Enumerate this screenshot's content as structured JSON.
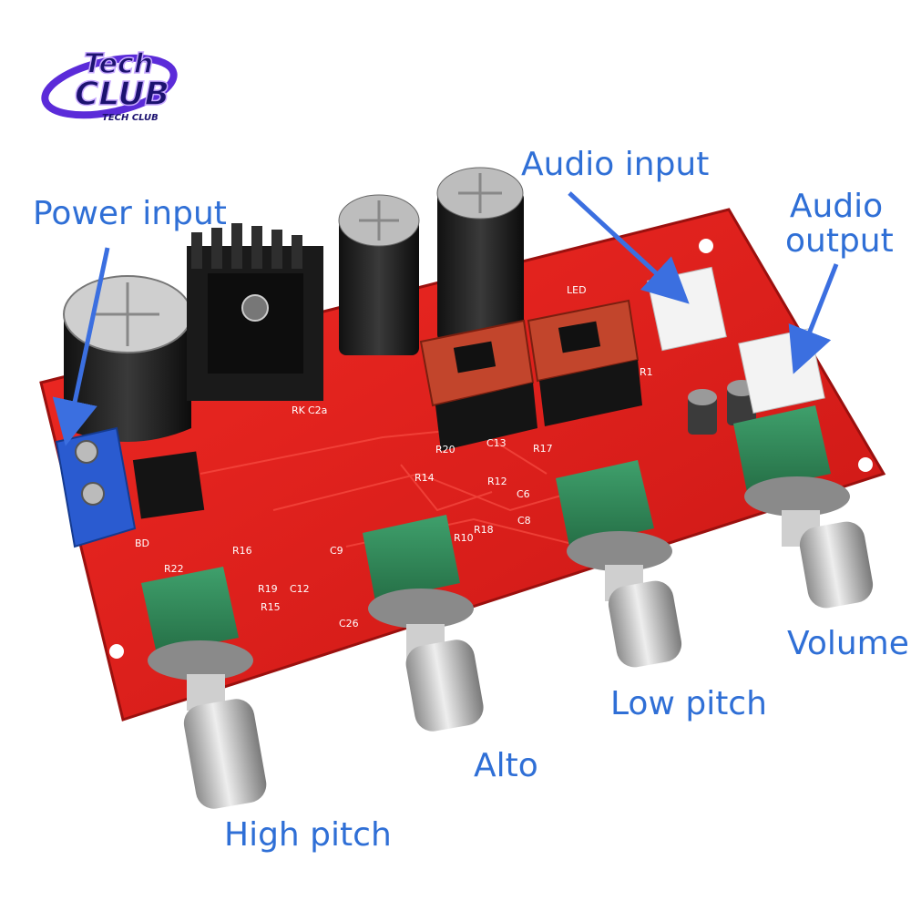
{
  "logo": {
    "brand_top": "Tech",
    "brand_main": "CLUB",
    "brand_sub": "TECH CLUB",
    "colors": {
      "primary": "#5b2bd9",
      "accent": "#1c1270",
      "glow": "#c7a8ff"
    }
  },
  "annotations": {
    "power_input": "Power input",
    "audio_input": "Audio input",
    "audio_output_line1": "Audio",
    "audio_output_line2": "output",
    "volume": "Volume",
    "low_pitch": "Low pitch",
    "alto": "Alto",
    "high_pitch": "High pitch"
  },
  "board_silkscreen": {
    "resistors": [
      "R22",
      "R16",
      "R19",
      "R15",
      "R20",
      "R17",
      "R14",
      "R12",
      "R18",
      "R10",
      "R1"
    ],
    "capacitors": [
      "C12",
      "C26",
      "C13",
      "C8",
      "C6",
      "C2a",
      "C9"
    ],
    "misc": [
      "LED",
      "RK",
      "BD"
    ]
  },
  "colors": {
    "label_blue": "#2f6fd6",
    "arrow_blue": "#3b6fe0",
    "pcb_red": "#e0201e",
    "pot_green": "#2f8f5c",
    "terminal_blue": "#2a5bd0"
  }
}
